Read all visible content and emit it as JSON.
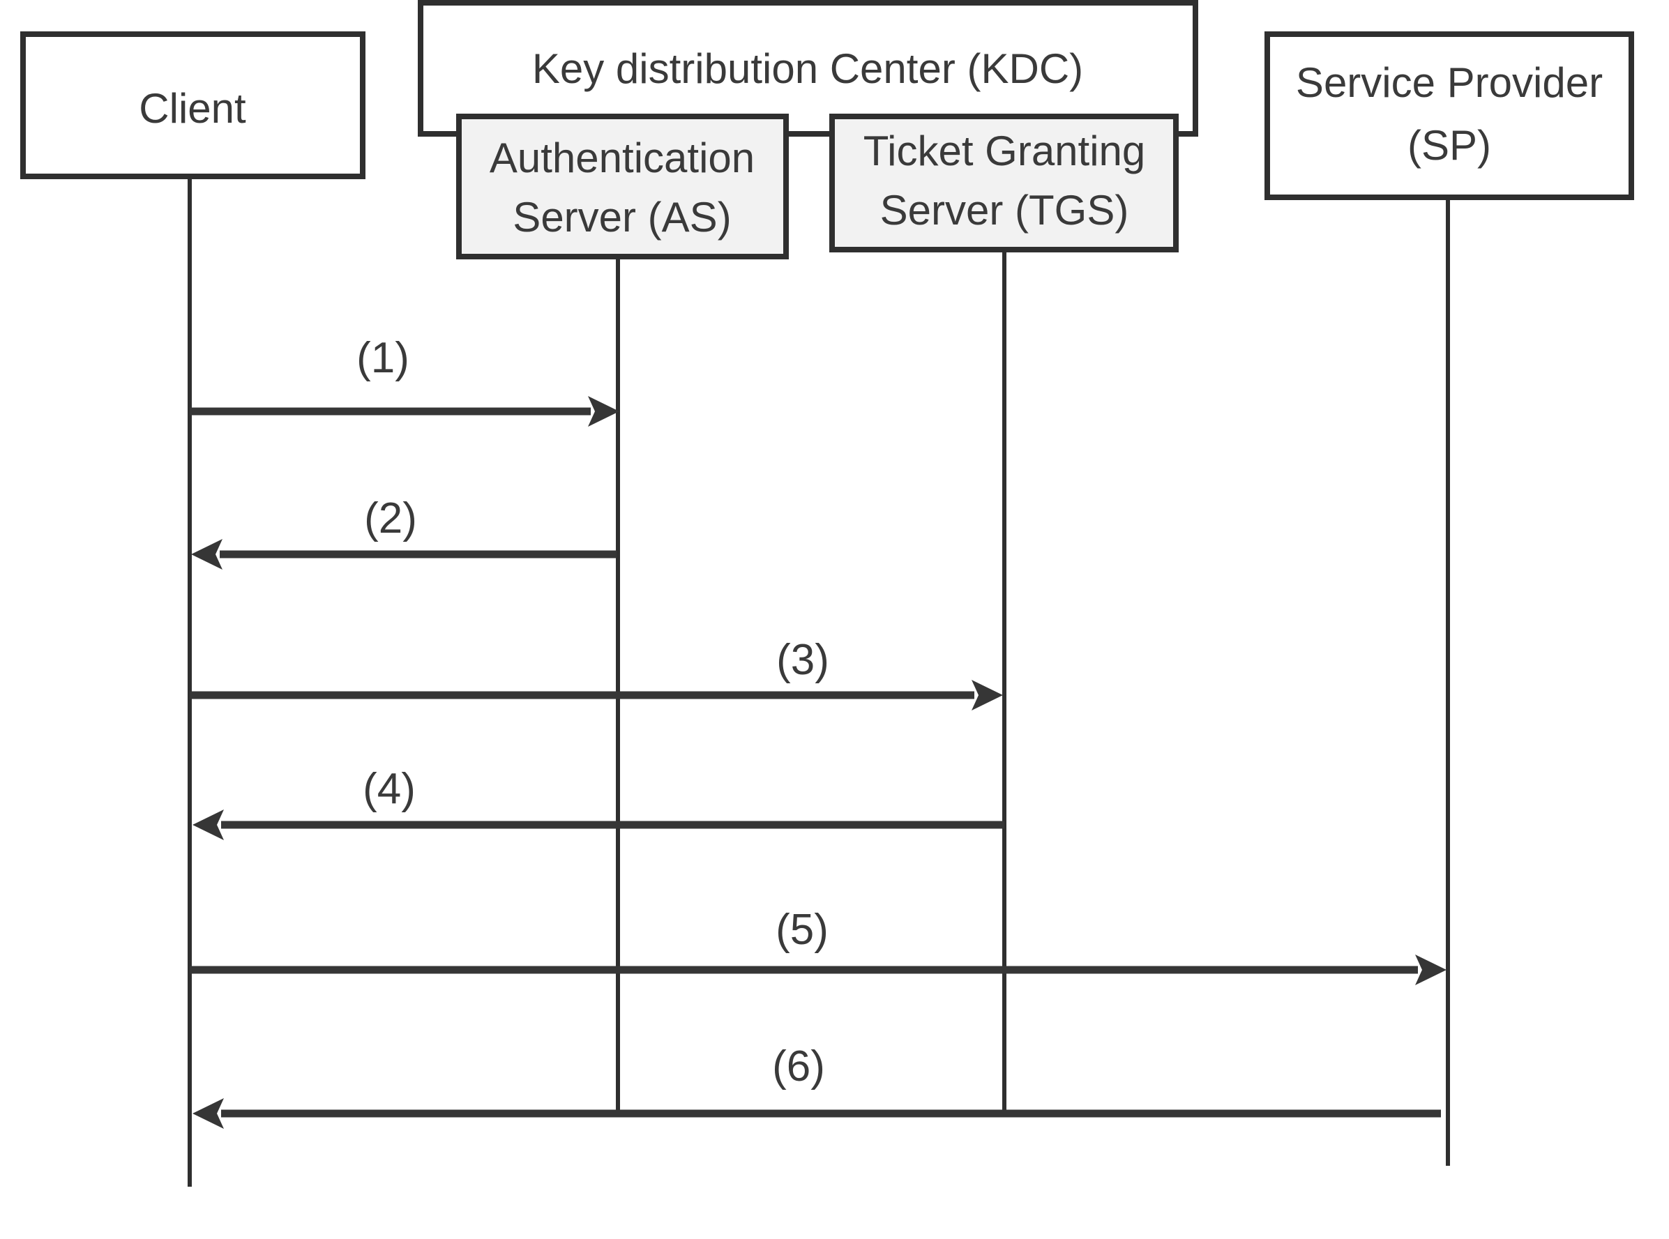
{
  "diagram": {
    "actors": {
      "client": {
        "label": "Client"
      },
      "kdc": {
        "label": "Key distribution Center (KDC)"
      },
      "as": {
        "line1": "Authentication",
        "line2": "Server (AS)"
      },
      "tgs": {
        "line1": "Ticket Granting",
        "line2": "Server (TGS)"
      },
      "sp": {
        "line1": "Service Provider",
        "line2": "(SP)"
      }
    },
    "messages": [
      {
        "label": "(1)",
        "from": "Client",
        "to": "Authentication Server (AS)",
        "direction": "right"
      },
      {
        "label": "(2)",
        "from": "Authentication Server (AS)",
        "to": "Client",
        "direction": "left"
      },
      {
        "label": "(3)",
        "from": "Client",
        "to": "Ticket Granting Server (TGS)",
        "direction": "right"
      },
      {
        "label": "(4)",
        "from": "Ticket Granting Server (TGS)",
        "to": "Client",
        "direction": "left"
      },
      {
        "label": "(5)",
        "from": "Client",
        "to": "Service Provider (SP)",
        "direction": "right"
      },
      {
        "label": "(6)",
        "from": "Service Provider (SP)",
        "to": "Client",
        "direction": "left"
      }
    ],
    "colors": {
      "line": "#2f2f2f",
      "arrow": "#363636",
      "text": "#3a3a3a",
      "box_fill": "#ffffff",
      "inner_box_fill": "#f2f2f2",
      "background": "#ffffff"
    }
  }
}
